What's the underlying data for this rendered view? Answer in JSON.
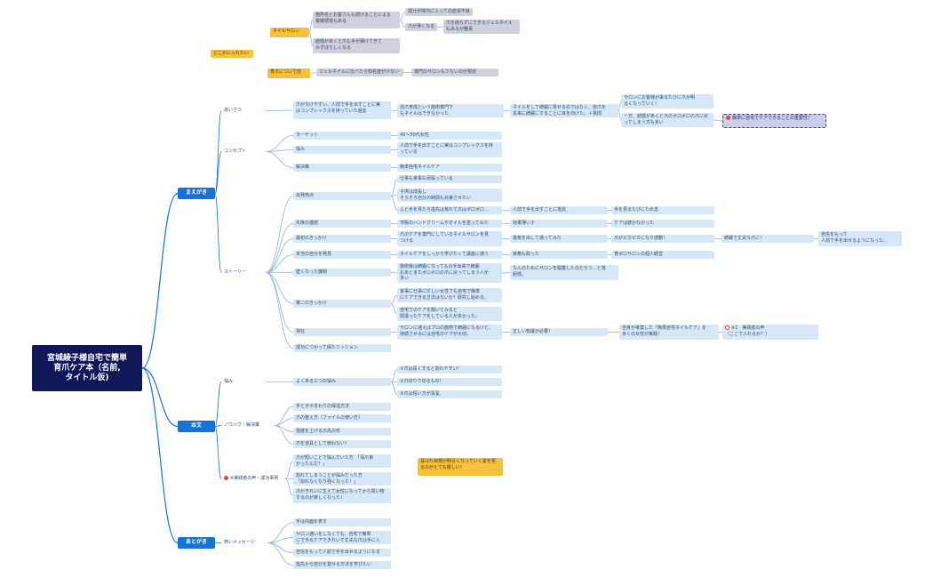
{
  "nodes": [
    {
      "id": "root",
      "text": "宮城綾子様自宅で簡単\n育爪ケア本（名前,\nタイトル仮)",
      "style": "root"
    },
    {
      "id": "maegaki",
      "text": "まえがき",
      "style": "main"
    },
    {
      "id": "honbun",
      "text": "本文",
      "style": "main"
    },
    {
      "id": "atogaki",
      "text": "あとがき",
      "style": "main"
    },
    {
      "id": "aisatsu",
      "text": "あいさつ",
      "style": "label"
    },
    {
      "id": "concept",
      "text": "コンセプト",
      "style": "label"
    },
    {
      "id": "story",
      "text": "ストーリー",
      "style": "label"
    },
    {
      "id": "nayami",
      "text": "悩み",
      "style": "label"
    },
    {
      "id": "nouhau",
      "text": "ノウハウ・解決策",
      "style": "label"
    },
    {
      "id": "voice",
      "text": "※実践者の声・成功事例",
      "style": "label",
      "icon": "alert"
    },
    {
      "id": "omoi",
      "text": "熱いメッセージ",
      "style": "label"
    },
    {
      "id": "a1",
      "text": "爪が欠けやすい、人前で手を出すことに実\nはコンプレックスを持っていた過去"
    },
    {
      "id": "a2",
      "text": "自爪育成という施術専門で\nもネイルはできなかった"
    },
    {
      "id": "a3",
      "text": "ネイルをして綺麗に見せるのではなく、自爪を\n本来に綺麗にすることに目を向けた。＋質問"
    },
    {
      "id": "a4",
      "text": "サロンにお客様が来るたびに爪が明\nるくなっていく！"
    },
    {
      "id": "a5",
      "text": "一方、結婚があくと元のボロボロの爪に戻\nってしまう方も多い"
    },
    {
      "id": "a6",
      "text": "簡単に自宅でケアできることの重要性！",
      "style": "dashed",
      "icon": "alert"
    },
    {
      "id": "c1",
      "text": "ターゲット"
    },
    {
      "id": "c1v",
      "text": "40～50代女性"
    },
    {
      "id": "c2",
      "text": "悩み"
    },
    {
      "id": "c2v",
      "text": "人前で手を出すことに実はコンプレックスを持\nっている"
    },
    {
      "id": "c3",
      "text": "解決策"
    },
    {
      "id": "c3v",
      "text": "簡単自宅ネイルケア"
    },
    {
      "id": "s1",
      "text": "出発地点"
    },
    {
      "id": "s1a",
      "text": "仕事も家事も頑張っている"
    },
    {
      "id": "s1b",
      "text": "子供は成長し\nそろそろ自分の時間も充実させたい"
    },
    {
      "id": "s1c",
      "text": "ふと手を見たら指先は荒れて爪はボロボロ…"
    },
    {
      "id": "s1c2",
      "text": "人前で手を出すことに抵抗"
    },
    {
      "id": "s1c3",
      "text": "手を見るたびにため息"
    },
    {
      "id": "s2",
      "text": "失敗の連続"
    },
    {
      "id": "s2a",
      "text": "市販のハンドクリームやオイルを塗ってみた"
    },
    {
      "id": "s2b",
      "text": "効果薄いす"
    },
    {
      "id": "s2c",
      "text": "ケアは続かなかった"
    },
    {
      "id": "s3",
      "text": "最初のきっかけ"
    },
    {
      "id": "s3a",
      "text": "爪のケアを専門にしているネイルサロンを見\nつける"
    },
    {
      "id": "s3b",
      "text": "勇気を出して通ってみた"
    },
    {
      "id": "s3c",
      "text": "爪がピカピカになり感動！"
    },
    {
      "id": "s3d",
      "text": "綺麗で丈夫な爪に！"
    },
    {
      "id": "s3e",
      "text": "自信をもって\n人前で手を出せるようになった。"
    },
    {
      "id": "s4",
      "text": "本当の自分を発見"
    },
    {
      "id": "s4a",
      "text": "ネイルケアをしっかり学びたくて講座に通う"
    },
    {
      "id": "s4b",
      "text": "資格も取った"
    },
    {
      "id": "s4c",
      "text": "育ボロサロンの個人経営"
    },
    {
      "id": "s5",
      "text": "壁くなった課題"
    },
    {
      "id": "s5a",
      "text": "施術後は綺麗になってもの手出来で綺麗\nおあとまたボロボロの爪に戻ってしまう人が\n多い"
    },
    {
      "id": "s5b",
      "text": "なんのためにサロンを開業したのだろう…と落\n胆感。"
    },
    {
      "id": "s6",
      "text": "第二のきっかけ"
    },
    {
      "id": "s6a",
      "text": "家事に仕事に忙しい女性でも自宅で簡単\nにケアできる方法はないか？研究し始める。"
    },
    {
      "id": "s6b",
      "text": "自宅でのケアを聞いてみると\n間違ったケアをしている人が多かった。"
    },
    {
      "id": "s7",
      "text": "現在"
    },
    {
      "id": "s7a",
      "text": "サロンに通えばプロの施術で綺麗になるけど、\n持続させるには自宅のケアが大切。"
    },
    {
      "id": "s7b",
      "text": "正しい知識が必要！"
    },
    {
      "id": "s7c",
      "text": "自身が考案した「簡単自宅ネイルケア」を\n多くの女性が実践！"
    },
    {
      "id": "s7d",
      "text": "※1　実践者の声\n（ここで入れるか？）",
      "icon": "alert-outline"
    },
    {
      "id": "s8",
      "text": "成功につかって得たミッション"
    },
    {
      "id": "n0",
      "text": "よくある三つの悩み"
    },
    {
      "id": "n1",
      "text": "①爪は長くすると割れやすい！"
    },
    {
      "id": "n2",
      "text": "②爪切りで切るもの！"
    },
    {
      "id": "n3",
      "text": "③爪は短い方が清潔。"
    },
    {
      "id": "h1",
      "text": "手とボボまわりの保湿方法"
    },
    {
      "id": "h2",
      "text": "爪の整え方（ファイルの使い方）"
    },
    {
      "id": "h3",
      "text": "強度を上げる爪先の形"
    },
    {
      "id": "h4",
      "text": "爪を道具として使わない！"
    },
    {
      "id": "v1",
      "text": "爪が短いことで悩んでいた方　「深爪良\nかったんだ！」"
    },
    {
      "id": "v2",
      "text": "割れてしまうことが悩みだった方\n「割れなくなり強くなった！」"
    },
    {
      "id": "v3",
      "text": "爪がきれいに生えて女性になってから買い物\nするのが楽しくなった！"
    },
    {
      "id": "vnote",
      "text": "喜ばれ目標が明るくなっていく姿を見\nるのがとても嬉しい！",
      "style": "yellow"
    },
    {
      "id": "m1",
      "text": "手は内面を表す"
    },
    {
      "id": "m2",
      "text": "サロン通いをしなくても、自宅で簡単\nにできるケアできれいで丈夫な爪は手に入る！"
    },
    {
      "id": "m3",
      "text": "自信をもって人前で手を出せるようになる"
    },
    {
      "id": "m4",
      "text": "指先から自分を愛せる方法を学びたい"
    },
    {
      "id": "t0",
      "text": "どこかに入れたい",
      "style": "yellow"
    },
    {
      "id": "t1",
      "text": "ネイルサロン",
      "style": "yellow"
    },
    {
      "id": "t2",
      "text": "箇所名とお客さんも続けることによる\n複雑感覚もある",
      "style": "gray"
    },
    {
      "id": "t3",
      "text": "成分が体内に入っての症状不良",
      "style": "gray"
    },
    {
      "id": "t4",
      "text": "爪が薄くなる",
      "style": "gray"
    },
    {
      "id": "t5",
      "text": "爪を削らずにできるジェルネイル\nもあるが難易",
      "style": "gray"
    },
    {
      "id": "t6",
      "text": "結婚があくと爪も手が弾けてきて\nみすぼらしくなる",
      "style": "gray"
    },
    {
      "id": "t7",
      "text": "育爪について他",
      "style": "yellow"
    },
    {
      "id": "t8",
      "text": "ジェルネイルに比べたら知名度が少ない",
      "style": "gray"
    },
    {
      "id": "t9",
      "text": "専門のサロンも少ないのが現状",
      "style": "gray"
    }
  ]
}
